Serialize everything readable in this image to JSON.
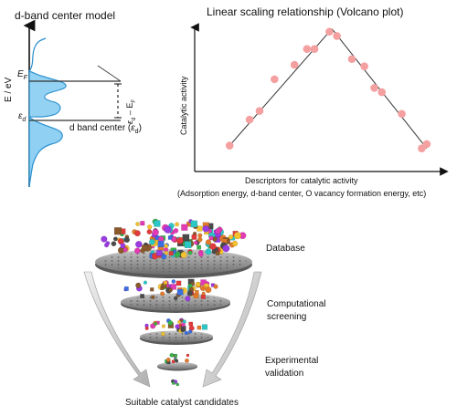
{
  "dband": {
    "title": "d-band center model",
    "ylabel": "E / eV",
    "fermi_label": "E",
    "fermi_sub": "F",
    "epsd_label": "ε",
    "epsd_sub": "d",
    "gap_label_eps": "ε",
    "gap_label_eps_sub": "d",
    "gap_label_minus": "– E",
    "gap_label_F": "F",
    "center_label": "d band center (",
    "center_label_eps": "ε",
    "center_label_sub": "d",
    "center_label_close": ")"
  },
  "volcano": {
    "title": "Linear scaling relationship (Volcano plot)",
    "ylabel": "Catalytic activity",
    "xlabel_line1": "Descriptors for catalytic activity",
    "xlabel_line2": "(Adsorption energy, d-band center, O vacancy formation energy, etc)",
    "point_color": "#f4a0a0",
    "line_color": "#333333"
  },
  "chart_data": {
    "type": "scatter",
    "title": "Linear scaling relationship (Volcano plot)",
    "xlabel": "Descriptors for catalytic activity",
    "ylabel": "Catalytic activity",
    "grid": false,
    "points": [
      {
        "x": 0.14,
        "y": 0.18
      },
      {
        "x": 0.22,
        "y": 0.36
      },
      {
        "x": 0.26,
        "y": 0.42
      },
      {
        "x": 0.32,
        "y": 0.64
      },
      {
        "x": 0.4,
        "y": 0.74
      },
      {
        "x": 0.45,
        "y": 0.85
      },
      {
        "x": 0.48,
        "y": 0.85
      },
      {
        "x": 0.54,
        "y": 0.97
      },
      {
        "x": 0.57,
        "y": 0.94
      },
      {
        "x": 0.63,
        "y": 0.78
      },
      {
        "x": 0.68,
        "y": 0.73
      },
      {
        "x": 0.72,
        "y": 0.58
      },
      {
        "x": 0.75,
        "y": 0.55
      },
      {
        "x": 0.83,
        "y": 0.4
      },
      {
        "x": 0.91,
        "y": 0.16
      },
      {
        "x": 0.93,
        "y": 0.19
      }
    ],
    "trend_lines": [
      {
        "x": [
          0.14,
          0.55
        ],
        "y": [
          0.18,
          0.99
        ]
      },
      {
        "x": [
          0.55,
          0.93
        ],
        "y": [
          0.99,
          0.16
        ]
      }
    ]
  },
  "funnel": {
    "stage1": "Database",
    "stage2_line1": "Computational",
    "stage2_line2": "screening",
    "stage3_line1": "Experimental",
    "stage3_line2": "validation",
    "result": "Suitable catalyst candidates"
  }
}
